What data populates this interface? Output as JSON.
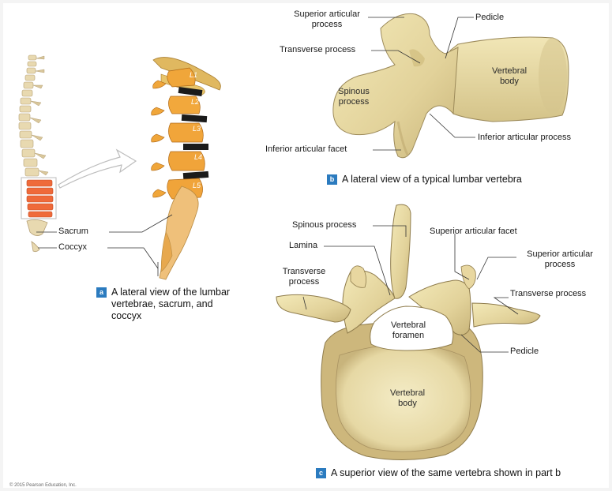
{
  "panel_a": {
    "labels": {
      "sacrum": "Sacrum",
      "coccyx": "Coccyx"
    },
    "vertebra_labels": [
      "L1",
      "L2",
      "L3",
      "L4",
      "L5"
    ],
    "caption_badge": "a",
    "caption_lines": [
      "A lateral view of the lumbar",
      "vertebrae, sacrum, and",
      "coccyx"
    ]
  },
  "panel_b": {
    "labels": {
      "superior_articular_process": [
        "Superior articular",
        "process"
      ],
      "pedicle": "Pedicle",
      "transverse_process": "Transverse process",
      "vertebral_body": [
        "Vertebral",
        "body"
      ],
      "spinous_process": [
        "Spinous",
        "process"
      ],
      "inferior_articular_process": "Inferior articular process",
      "inferior_articular_facet": "Inferior articular facet"
    },
    "caption_badge": "b",
    "caption": "A lateral view of a typical lumbar vertebra"
  },
  "panel_c": {
    "labels": {
      "spinous_process": "Spinous process",
      "superior_articular_facet": "Superior articular facet",
      "lamina": "Lamina",
      "superior_articular_process": [
        "Superior articular",
        "process"
      ],
      "transverse_process_left": [
        "Transverse",
        "process"
      ],
      "transverse_process_right": "Transverse process",
      "vertebral_foramen": [
        "Vertebral",
        "foramen"
      ],
      "pedicle": "Pedicle",
      "vertebral_body": [
        "Vertebral",
        "body"
      ]
    },
    "caption_badge": "c",
    "caption": "A superior view of the same vertebra shown in part b"
  },
  "copyright": "© 2015 Pearson Education, Inc."
}
